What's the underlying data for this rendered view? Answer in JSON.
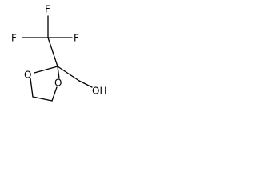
{
  "molecule": {
    "atoms": {
      "f_left": "F",
      "f_top": "F",
      "f_right": "F",
      "o_ring_left": "O",
      "o_ring_right": "O",
      "oh": "OH"
    },
    "colors": {
      "bond": "#000000",
      "text": "#000000",
      "background": "#ffffff"
    }
  }
}
